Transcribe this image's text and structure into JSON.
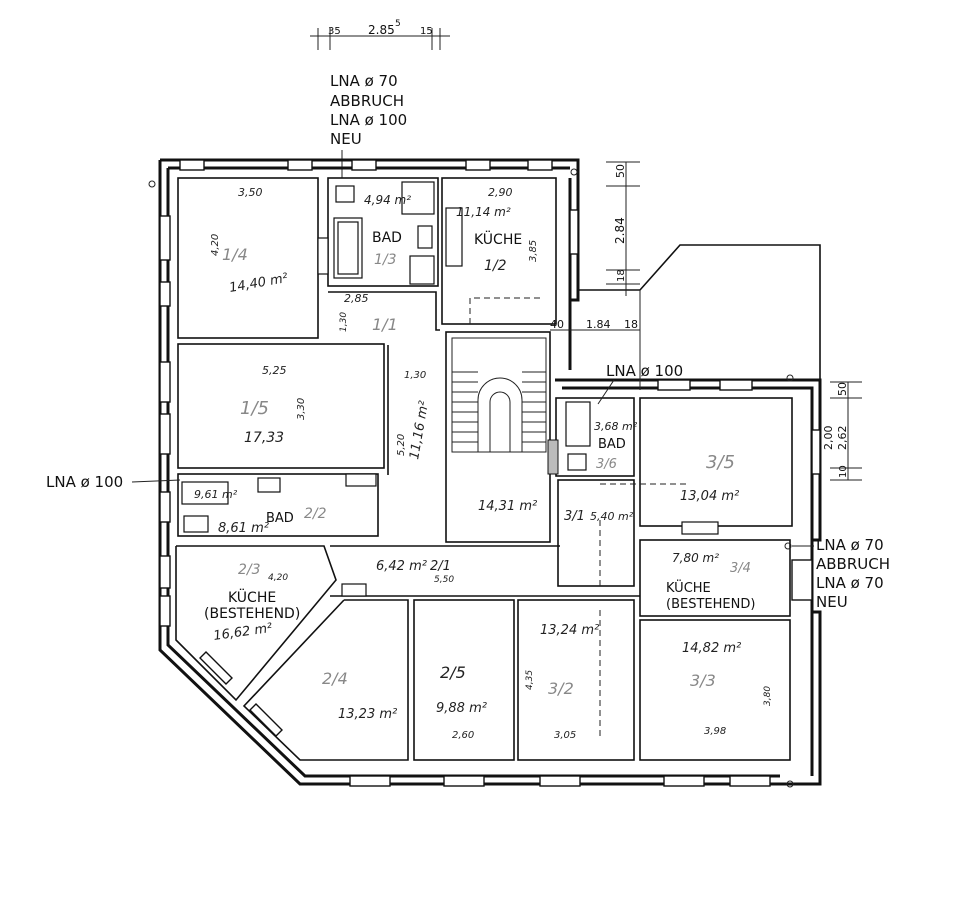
{
  "dimensions_top": {
    "a": "35",
    "b": "2.85",
    "b_sup": "5",
    "c": "15"
  },
  "notes": {
    "top_block": [
      "LNA ø 70",
      "ABBRUCH",
      "LNA ø 100",
      "NEU"
    ],
    "left": "LNA ø 100",
    "right_mid": "LNA ø 100",
    "right_block": [
      "LNA ø 70",
      "ABBRUCH",
      "LNA ø 70",
      "NEU"
    ]
  },
  "side_dims": {
    "upper_right": [
      "50",
      "2.84",
      "18"
    ],
    "lower_right": [
      "50",
      "2,00",
      "2,62",
      "10"
    ],
    "corridor_top": [
      "40",
      "1.84",
      "18"
    ]
  },
  "rooms": {
    "r1_4": {
      "id": "1/4",
      "area": "14,40 m²",
      "w": "3,50",
      "h": "4,20"
    },
    "r1_3": {
      "id": "1/3",
      "area": "4,94 m²",
      "label": "BAD"
    },
    "r1_2": {
      "id": "1/2",
      "area": "11,14 m²",
      "label": "KÜCHE",
      "w": "2,90",
      "h": "3,85"
    },
    "r1_1": {
      "id": "1/1",
      "area": "11,16 m²",
      "w": "2,85",
      "h": "5,20",
      "d1": "1,30",
      "d2": "1,30"
    },
    "r1_5": {
      "id": "1/5",
      "area": "17,33",
      "w": "5,25",
      "h": "3,30"
    },
    "r2_2": {
      "id": "2/2",
      "area": "8,61 m²",
      "label": "BAD",
      "sub": "9,61 m²"
    },
    "r2_1": {
      "id": "2/1",
      "area": "6,42 m²",
      "d": "5,50"
    },
    "r2_3": {
      "id": "2/3",
      "area": "16,62 m²",
      "label1": "KÜCHE",
      "label2": "(BESTEHEND)",
      "w": "4,20"
    },
    "r2_4": {
      "id": "2/4",
      "area": "13,23 m²"
    },
    "r2_5": {
      "id": "2/5",
      "area": "9,88 m²",
      "w": "2,60"
    },
    "stair": {
      "area": "14,31 m²"
    },
    "r3_1": {
      "id": "3/1",
      "area": "5,40 m²"
    },
    "r3_6": {
      "id": "3/6",
      "area": "3,68 m²",
      "label": "BAD"
    },
    "r3_5": {
      "id": "3/5",
      "area": "13,04 m²"
    },
    "r3_4": {
      "id": "3/4",
      "area": "7,80 m²",
      "label1": "KÜCHE",
      "label2": "(BESTEHEND)"
    },
    "r3_2": {
      "id": "3/2",
      "area": "13,24 m²",
      "w": "3,05",
      "h": "4,35"
    },
    "r3_3": {
      "id": "3/3",
      "area": "14,82 m²",
      "w": "3,98",
      "h": "3,80"
    }
  }
}
